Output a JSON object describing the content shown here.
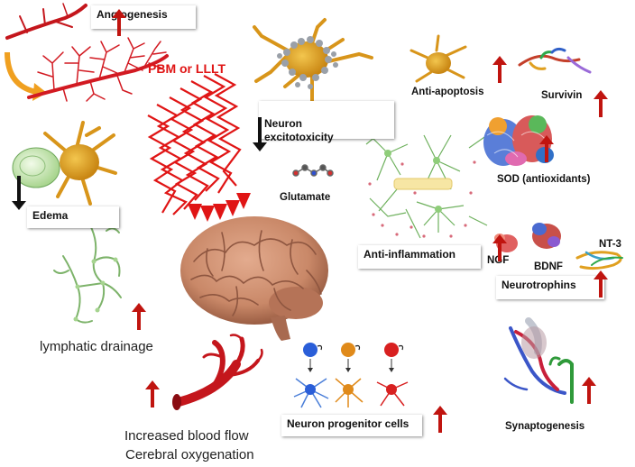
{
  "labels": {
    "angiogenesis": "Angiogenesis",
    "pbm": "PBM or LLLT",
    "neuron_excitotoxicity": "Neuron\nexcitotoxicity",
    "glutamate": "Glutamate",
    "anti_apoptosis": "Anti-apoptosis",
    "survivin": "Survivin",
    "sod": "SOD (antioxidants)",
    "edema": "Edema",
    "anti_inflammation": "Anti-inflammation",
    "ngf": "NGF",
    "bdnf": "BDNF",
    "nt3": "NT-3",
    "neurotrophins": "Neurotrophins",
    "lymphatic_drainage": "lymphatic drainage",
    "blood_flow": "Increased blood flow",
    "oxygenation": "Cerebral oxygenation",
    "progenitor": "Neuron progenitor cells",
    "synaptogenesis": "Synaptogenesis"
  },
  "colors": {
    "up_arrow": "#c0140f",
    "down_arrow": "#111111",
    "laser": "#e01515",
    "brain": "#c98868",
    "neuron_orange": "#e0a01e",
    "vessel_red": "#c4161c",
    "lymph_green": "#7db36a"
  },
  "icons": {
    "up": "red-up-arrow",
    "down": "black-down-arrow"
  }
}
